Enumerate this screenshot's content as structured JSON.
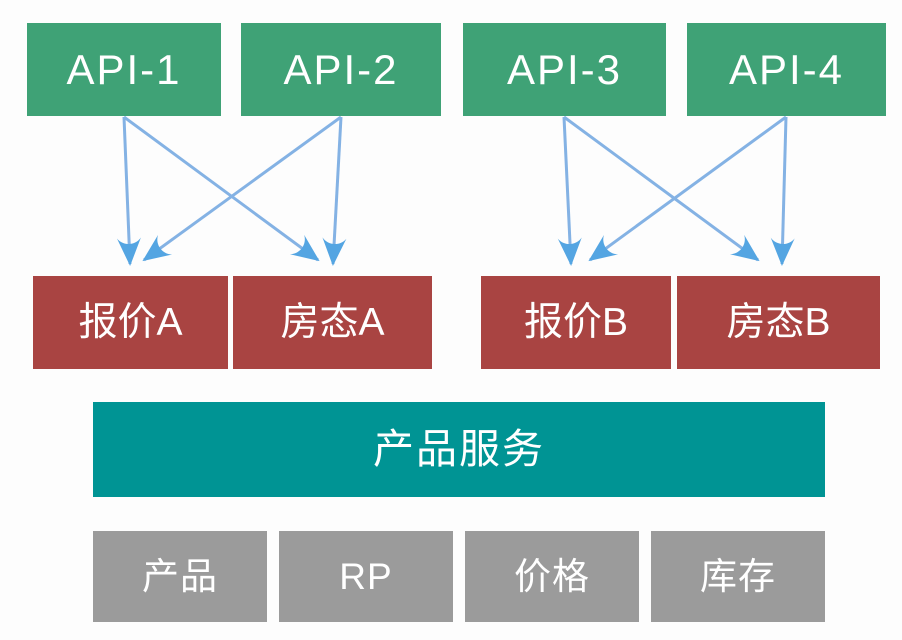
{
  "colors": {
    "api_green": "#3fa276",
    "channel_red": "#a94442",
    "service_teal": "#009494",
    "module_gray": "#9b9b9b",
    "arrow_line": "#84b2e4",
    "arrow_head": "#54a5e2",
    "box_text": "#ffffff",
    "background": "#fdfdfd"
  },
  "api_row": [
    {
      "label": "API-1"
    },
    {
      "label": "API-2"
    },
    {
      "label": "API-3"
    },
    {
      "label": "API-4"
    }
  ],
  "channel_row": [
    {
      "label": "报价A"
    },
    {
      "label": "房态A"
    },
    {
      "label": "报价B"
    },
    {
      "label": "房态B"
    }
  ],
  "service_box": {
    "label": "产品服务"
  },
  "module_row": [
    {
      "label": "产品"
    },
    {
      "label": "RP"
    },
    {
      "label": "价格"
    },
    {
      "label": "库存"
    }
  ],
  "arrows": [
    {
      "from": "API-1",
      "to": "报价A"
    },
    {
      "from": "API-1",
      "to": "房态A"
    },
    {
      "from": "API-2",
      "to": "报价A"
    },
    {
      "from": "API-2",
      "to": "房态A"
    },
    {
      "from": "API-3",
      "to": "报价B"
    },
    {
      "from": "API-3",
      "to": "房态B"
    },
    {
      "from": "API-4",
      "to": "报价B"
    },
    {
      "from": "API-4",
      "to": "房态B"
    }
  ]
}
